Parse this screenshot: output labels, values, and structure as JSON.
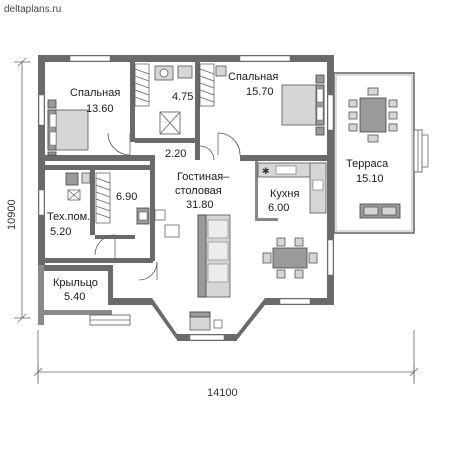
{
  "site": {
    "name": "deltaplans.ru"
  },
  "rooms": {
    "bedroom_left": {
      "name": "Спальная",
      "area": "13.60"
    },
    "bathroom": {
      "area": "4.75"
    },
    "bedroom_right": {
      "name": "Спальная",
      "area": "15.70"
    },
    "hall": {
      "area": "2.20"
    },
    "terrace": {
      "name": "Терраса",
      "area": "15.10"
    },
    "wardrobe": {
      "area": "6.90"
    },
    "tech_room": {
      "name": "Тех.пом.",
      "area": "5.20"
    },
    "living": {
      "name_line1": "Гостиная–",
      "name_line2": "столовая",
      "area": "31.80"
    },
    "kitchen": {
      "name": "Кухня",
      "area": "6.00"
    },
    "porch": {
      "name": "Крыльцо",
      "area": "5.40"
    }
  },
  "dimensions": {
    "width": "14100",
    "height": "10900"
  }
}
